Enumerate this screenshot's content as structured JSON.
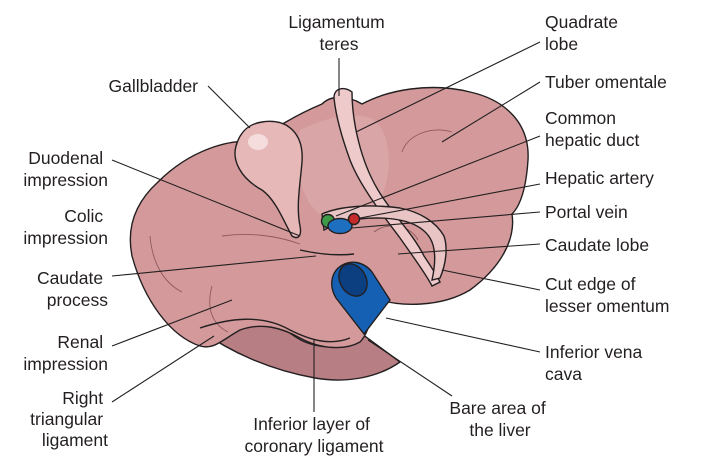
{
  "colors": {
    "liver": "#d49a9b",
    "liver_shadow": "#a86e72",
    "liver_highlight": "#e2b4b4",
    "bare_area": "#b77f84",
    "gallbladder": "#e6b8b8",
    "ligament": "#eecaca",
    "ivc": "#1560b3",
    "ivc_dark": "#0b3f80",
    "portal_vein": "#1f6fc0",
    "hepatic_artery": "#c62a2a",
    "bile_duct": "#3c9a48",
    "line": "#231f20"
  },
  "labels": {
    "ligamentum_teres": [
      "Ligamentum",
      "teres"
    ],
    "quadrate_lobe": [
      "Quadrate",
      "lobe"
    ],
    "gallbladder": [
      "Gallbladder"
    ],
    "tuber_omentale": [
      "Tuber omentale"
    ],
    "common_hepatic_duct": [
      "Common",
      "hepatic duct"
    ],
    "duodenal_impression": [
      "Duodenal",
      "impression"
    ],
    "hepatic_artery": [
      "Hepatic artery"
    ],
    "portal_vein": [
      "Portal vein"
    ],
    "colic_impression": [
      "Colic",
      "impression"
    ],
    "caudate_lobe": [
      "Caudate lobe"
    ],
    "caudate_process": [
      "Caudate",
      "process"
    ],
    "cut_edge": [
      "Cut edge of",
      "lesser omentum"
    ],
    "renal_impression": [
      "Renal",
      "impression"
    ],
    "inferior_vena_cava": [
      "Inferior vena",
      "cava"
    ],
    "right_triangular_ligament": [
      "Right",
      "triangular",
      "ligament"
    ],
    "inferior_layer": [
      "Inferior layer of",
      "coronary ligament"
    ],
    "bare_area": [
      "Bare area of",
      "the liver"
    ]
  }
}
